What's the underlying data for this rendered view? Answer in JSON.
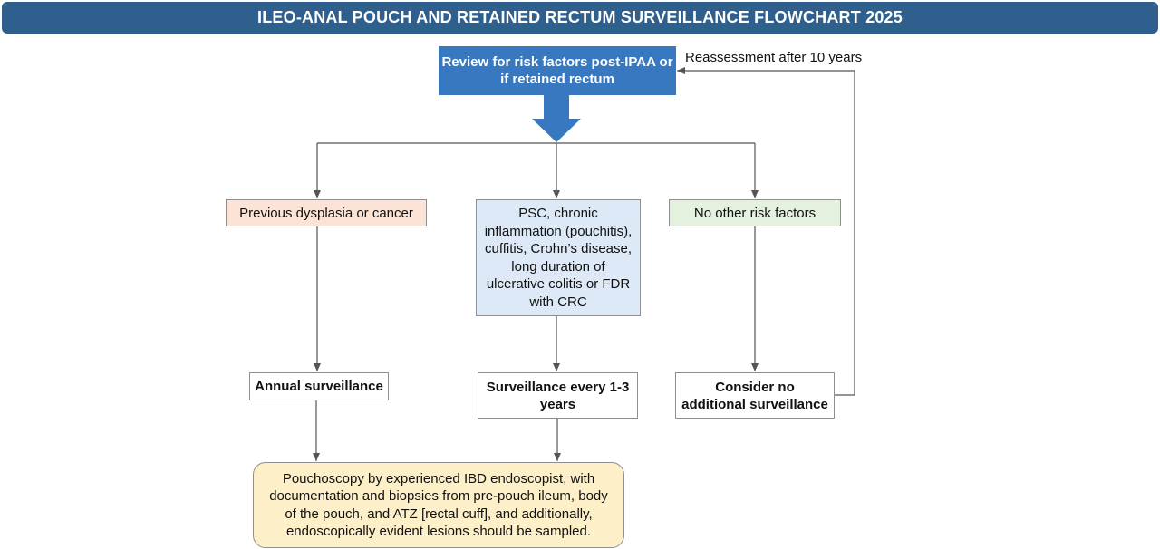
{
  "title": "ILEO-ANAL POUCH AND RETAINED RECTUM SURVEILLANCE FLOWCHART 2025",
  "nodes": {
    "review": "Review for risk factors post-IPAA or if retained rectum",
    "dysplasia": "Previous dysplasia or cancer",
    "psc": "PSC, chronic inflammation (pouchitis), cuffitis, Crohn’s disease, long duration of ulcerative colitis or FDR with CRC",
    "no_risk": "No other risk factors",
    "annual": "Annual surveillance",
    "every": "Surveillance every 1-3 years",
    "consider": "Consider no additional surveillance",
    "pouchoscopy": "Pouchoscopy by experienced IBD endoscopist, with documentation and biopsies from pre-pouch ileum, body of the pouch, and ATZ [rectal cuff], and additionally, endoscopically evident lesions should be sampled."
  },
  "feedback_label": "Reassessment after 10 years",
  "colors": {
    "title_bar": "#2f5f8c",
    "review_box": "#3878c0",
    "dysplasia_box": "#fbe3d6",
    "psc_box": "#dde9f7",
    "no_risk_box": "#e4f1de",
    "pouchoscopy_box": "#fdf0c8",
    "connector": "#555555"
  }
}
